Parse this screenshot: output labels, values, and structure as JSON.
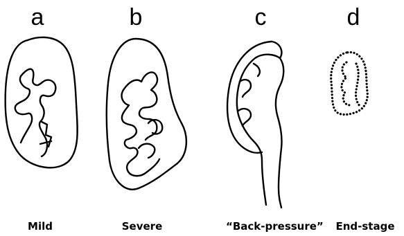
{
  "panels": [
    {
      "letter": "a",
      "caption": "Mild"
    },
    {
      "letter": "b",
      "caption": "Severe"
    },
    {
      "letter": "c",
      "caption": "“Back-pressure”"
    },
    {
      "letter": "d",
      "caption": "End-stage"
    }
  ]
}
